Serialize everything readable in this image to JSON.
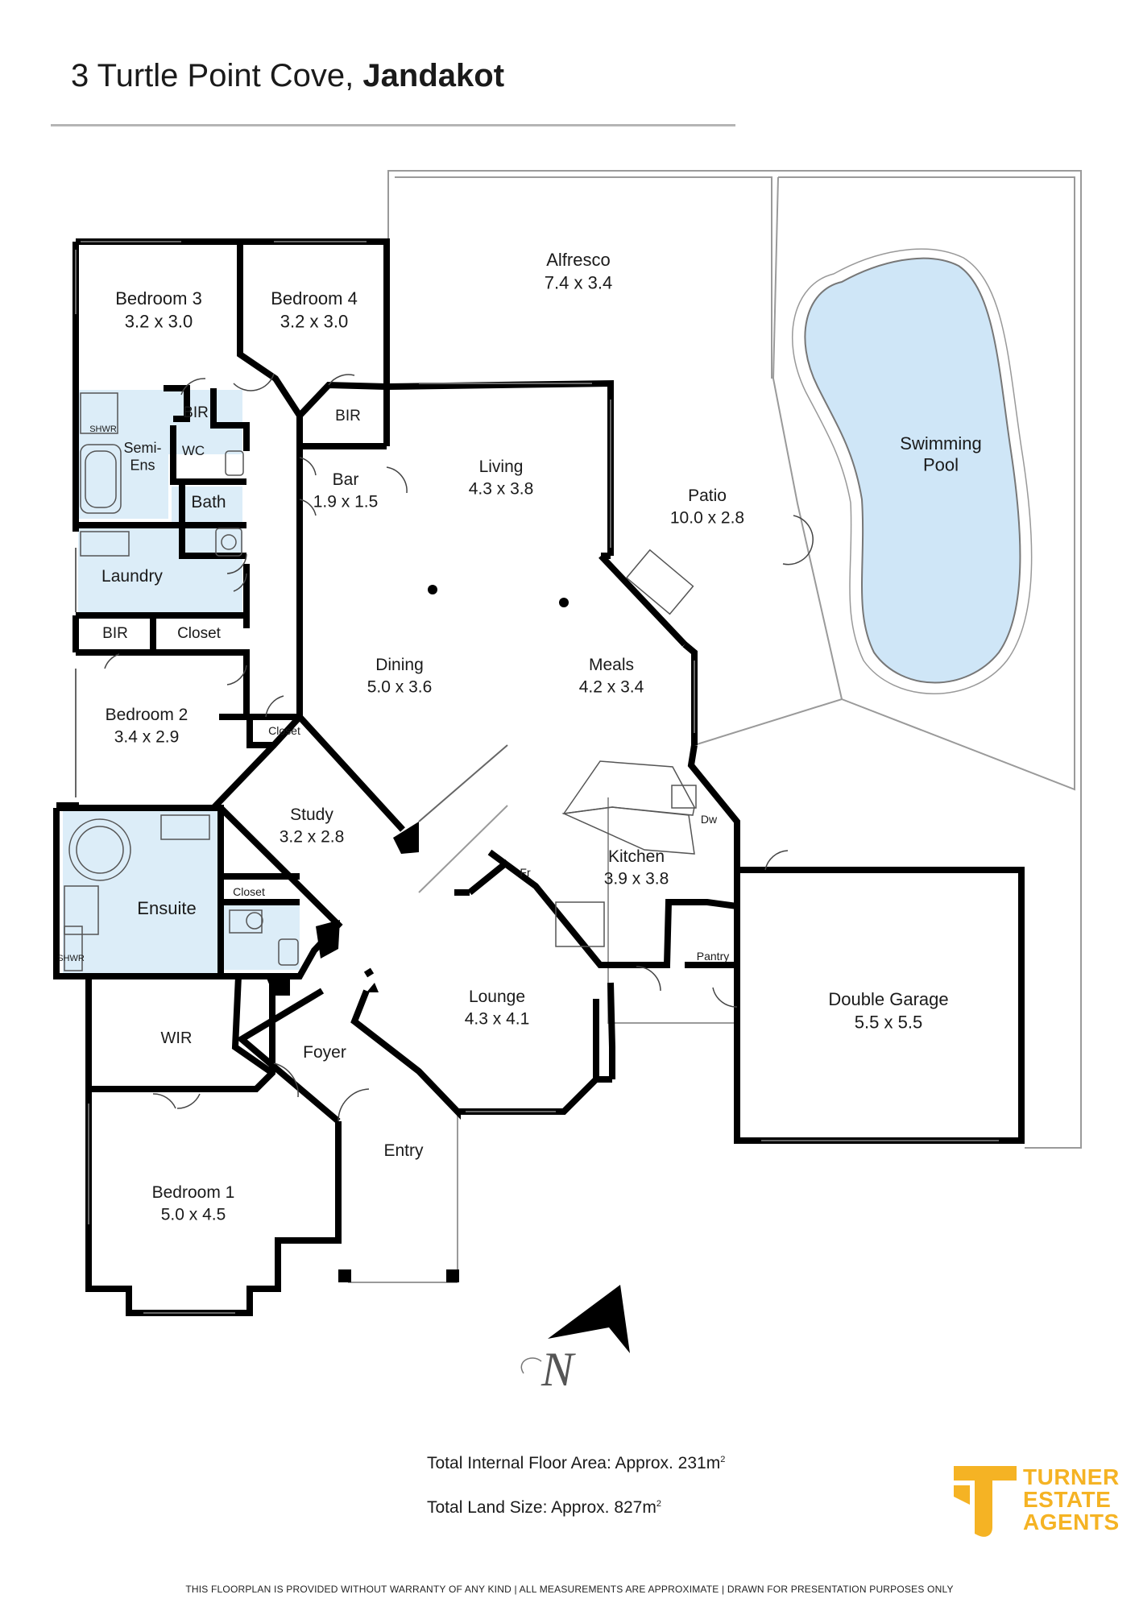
{
  "header": {
    "address_street": "3 Turtle Point Cove, ",
    "address_suburb": "Jandakot"
  },
  "rooms": [
    {
      "id": "alfresco",
      "name": "Alfresco",
      "size": "7.4 x 3.4"
    },
    {
      "id": "bedroom3",
      "name": "Bedroom 3",
      "size": "3.2 x 3.0"
    },
    {
      "id": "bedroom4",
      "name": "Bedroom 4",
      "size": "3.2 x 3.0"
    },
    {
      "id": "bir-a",
      "name": "BIR",
      "size": ""
    },
    {
      "id": "bir-b",
      "name": "BIR",
      "size": ""
    },
    {
      "id": "semi-ens",
      "name": "Semi-\nEns",
      "size": ""
    },
    {
      "id": "wc",
      "name": "WC",
      "size": ""
    },
    {
      "id": "bath",
      "name": "Bath",
      "size": ""
    },
    {
      "id": "shwr-a",
      "name": "SHWR",
      "size": ""
    },
    {
      "id": "laundry",
      "name": "Laundry",
      "size": ""
    },
    {
      "id": "bir-c",
      "name": "BIR",
      "size": ""
    },
    {
      "id": "closet-a",
      "name": "Closet",
      "size": ""
    },
    {
      "id": "bedroom2",
      "name": "Bedroom 2",
      "size": "3.4 x 2.9"
    },
    {
      "id": "closet-b",
      "name": "Closet",
      "size": ""
    },
    {
      "id": "bar",
      "name": "Bar",
      "size": "1.9 x 1.5"
    },
    {
      "id": "living",
      "name": "Living",
      "size": "4.3 x 3.8"
    },
    {
      "id": "patio",
      "name": "Patio",
      "size": "10.0 x 2.8"
    },
    {
      "id": "pool",
      "name": "Swimming\nPool",
      "size": ""
    },
    {
      "id": "dining",
      "name": "Dining",
      "size": "5.0 x 3.6"
    },
    {
      "id": "meals",
      "name": "Meals",
      "size": "4.2 x 3.4"
    },
    {
      "id": "study",
      "name": "Study",
      "size": "3.2 x 2.8"
    },
    {
      "id": "ensuite",
      "name": "Ensuite",
      "size": ""
    },
    {
      "id": "closet-c",
      "name": "Closet",
      "size": ""
    },
    {
      "id": "shwr-b",
      "name": "SHWR",
      "size": ""
    },
    {
      "id": "kitchen",
      "name": "Kitchen",
      "size": "3.9 x 3.8"
    },
    {
      "id": "dw",
      "name": "Dw",
      "size": ""
    },
    {
      "id": "fr",
      "name": "Fr",
      "size": ""
    },
    {
      "id": "pantry",
      "name": "Pantry",
      "size": ""
    },
    {
      "id": "double-garage",
      "name": "Double Garage",
      "size": "5.5 x 5.5"
    },
    {
      "id": "lounge",
      "name": "Lounge",
      "size": "4.3 x 4.1"
    },
    {
      "id": "wir",
      "name": "WIR",
      "size": ""
    },
    {
      "id": "foyer",
      "name": "Foyer",
      "size": ""
    },
    {
      "id": "entry",
      "name": "Entry",
      "size": ""
    },
    {
      "id": "bedroom1",
      "name": "Bedroom 1",
      "size": "5.0 x 4.5"
    }
  ],
  "compass": {
    "letter": "N"
  },
  "totals": {
    "internal_label": "Total Internal Floor Area: Approx. 231m",
    "internal_sup": "2",
    "land_label": "Total Land Size: Approx. 827m",
    "land_sup": "2"
  },
  "brand": {
    "name": "TURNER\nESTATE\nAGENTS",
    "color": "#f5b324"
  },
  "colors": {
    "wet_area": "#dcedf8",
    "pool": "#cfe6f7",
    "wall": "#000000",
    "boundary": "#9a9a9a"
  },
  "footer": {
    "disclaimer": "THIS FLOORPLAN IS PROVIDED WITHOUT WARRANTY OF ANY KIND  |  ALL MEASUREMENTS ARE APPROXIMATE  |  DRAWN FOR PRESENTATION PURPOSES ONLY"
  }
}
